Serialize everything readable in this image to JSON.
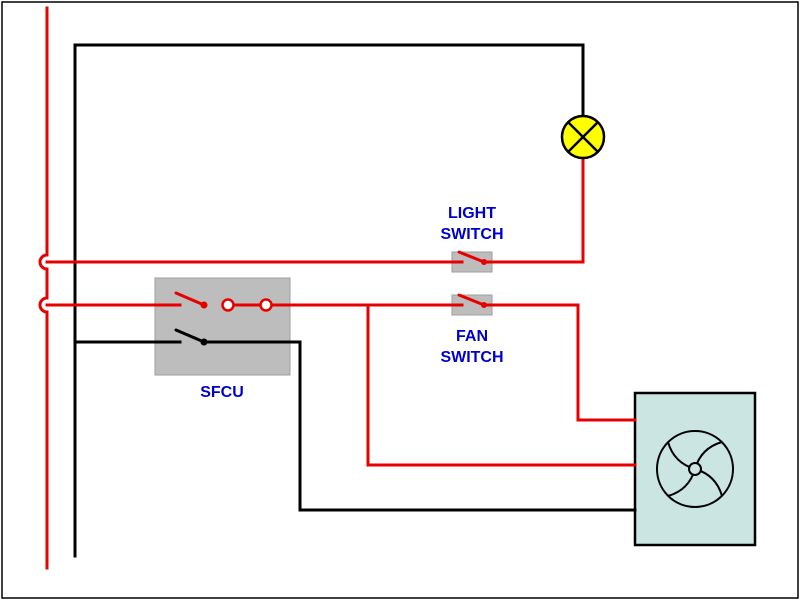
{
  "diagram": {
    "labels": {
      "light_switch_line1": "LIGHT",
      "light_switch_line2": "SWITCH",
      "fan_switch_line1": "FAN",
      "fan_switch_line2": "SWITCH",
      "sfcu": "SFCU"
    },
    "colors": {
      "live_wire_red": "#E60000",
      "neutral_wire_black": "#000000",
      "label_blue": "#0000CC",
      "switch_box_gray": "#BDBDBD",
      "lamp_yellow": "#FFFF00",
      "fan_unit_fill": "#CBE5E3",
      "background": "#FFFFFF"
    }
  }
}
